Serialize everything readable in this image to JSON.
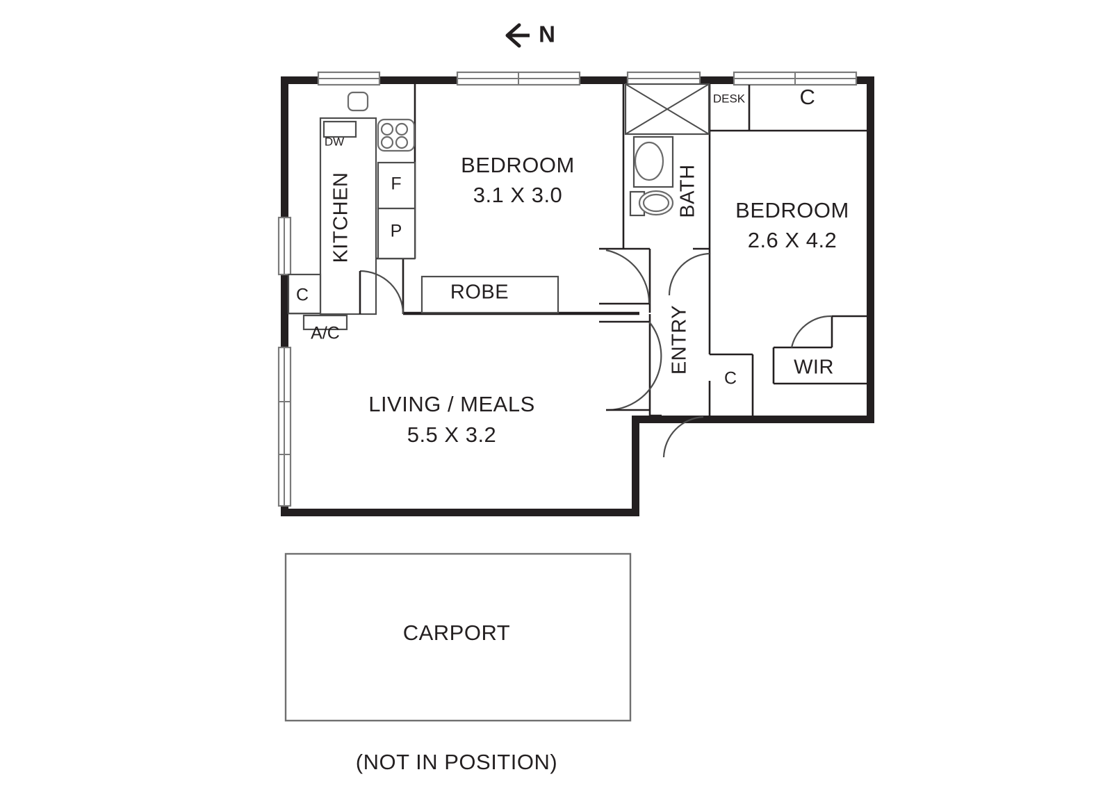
{
  "document": {
    "type": "architectural-floor-plan",
    "orientation_label": "N",
    "orientation_arrow": "arrow-left-icon",
    "footer_note": "(NOT IN POSITION)"
  },
  "rooms": [
    {
      "id": "kitchen",
      "label": "KITCHEN",
      "dimensions": "",
      "orientation": "vertical"
    },
    {
      "id": "bedroom-1",
      "label": "BEDROOM",
      "dimensions": "3.1 X 3.0",
      "orientation": "horizontal"
    },
    {
      "id": "bedroom-2",
      "label": "BEDROOM",
      "dimensions": "2.6 X 4.2",
      "orientation": "horizontal"
    },
    {
      "id": "living-meals",
      "label": "LIVING / MEALS",
      "dimensions": "5.5 X 3.2",
      "orientation": "horizontal"
    },
    {
      "id": "bath",
      "label": "BATH",
      "dimensions": "",
      "orientation": "vertical"
    },
    {
      "id": "entry",
      "label": "ENTRY",
      "dimensions": "",
      "orientation": "vertical"
    },
    {
      "id": "carport",
      "label": "CARPORT",
      "dimensions": "",
      "orientation": "horizontal"
    }
  ],
  "fixtures": [
    {
      "id": "dishwasher",
      "label": "DW",
      "room": "kitchen"
    },
    {
      "id": "fridge",
      "label": "F",
      "room": "kitchen"
    },
    {
      "id": "pantry",
      "label": "P",
      "room": "kitchen"
    },
    {
      "id": "cooktop",
      "label": "",
      "room": "kitchen"
    },
    {
      "id": "sink",
      "label": "",
      "room": "kitchen"
    },
    {
      "id": "cupboard-living",
      "label": "C",
      "room": "living-meals"
    },
    {
      "id": "air-conditioner",
      "label": "A/C",
      "room": "living-meals"
    },
    {
      "id": "robe",
      "label": "ROBE",
      "room": "bedroom-1"
    },
    {
      "id": "desk",
      "label": "DESK",
      "room": "bedroom-2"
    },
    {
      "id": "cupboard-bed2-top",
      "label": "C",
      "room": "bedroom-2"
    },
    {
      "id": "walk-in-robe",
      "label": "WIR",
      "room": "bedroom-2"
    },
    {
      "id": "cupboard-entry",
      "label": "C",
      "room": "entry"
    },
    {
      "id": "shower",
      "label": "",
      "room": "bath"
    },
    {
      "id": "bathtub",
      "label": "",
      "room": "bath"
    },
    {
      "id": "toilet",
      "label": "",
      "room": "bath"
    }
  ],
  "labels": {
    "north": "N",
    "kitchen": "KITCHEN",
    "bedroom1_name": "BEDROOM",
    "bedroom1_dim": "3.1 X 3.0",
    "bedroom2_name": "BEDROOM",
    "bedroom2_dim": "2.6 X 4.2",
    "living_name": "LIVING / MEALS",
    "living_dim": "5.5 X 3.2",
    "bath": "BATH",
    "entry": "ENTRY",
    "robe": "ROBE",
    "wir": "WIR",
    "desk": "DESK",
    "dw": "DW",
    "fridge": "F",
    "pantry": "P",
    "ac": "A/C",
    "cupboard": "C",
    "carport": "CARPORT",
    "not_in_position": "(NOT IN POSITION)"
  },
  "colors": {
    "wall": "#231f20",
    "fixture_stroke": "#4d4d4d",
    "window_stroke": "#7a7a7a",
    "carport_stroke": "#6f6f6f",
    "background": "#ffffff",
    "text": "#231f20"
  },
  "features": {
    "windows_count": 6,
    "door_swings_count": 6,
    "has_carport": true,
    "bedrooms": 2,
    "bathrooms": 1
  }
}
